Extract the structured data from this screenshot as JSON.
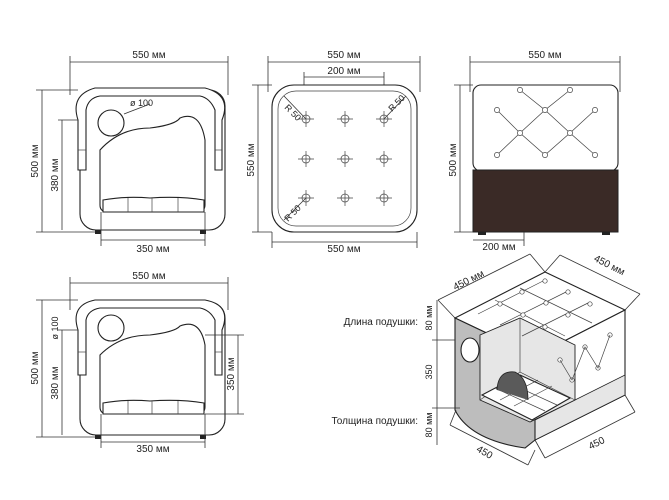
{
  "labels": {
    "front_top_width": "550 мм",
    "front_diameter": "ø 100",
    "front_height": "500 мм",
    "front_inner_height": "380 мм",
    "front_inner_width": "350 мм",
    "top_width": "550 мм",
    "top_inner_width": "200 мм",
    "top_radius_1": "R 50",
    "top_radius_2": "R 50",
    "top_radius_3": "R 50",
    "top_height": "550 мм",
    "top_bottom_width": "550 мм",
    "side_width": "550 мм",
    "side_height": "500 мм",
    "side_base_width": "200 мм",
    "front2_width": "550 мм",
    "front2_diameter": "ø 100",
    "front2_height": "500 мм",
    "front2_inner_height": "380 мм",
    "front2_right_height": "350 мм",
    "front2_inner_width": "350 мм",
    "iso_top_left": "450 мм",
    "iso_top_right": "450 мм",
    "cushion_length_label": "Длина подушки:",
    "cushion_thickness_label": "Толщина подушки:",
    "iso_dim_80_top": "80 мм",
    "iso_dim_350": "350",
    "iso_dim_80_bottom": "80 мм",
    "iso_bottom_left": "450",
    "iso_bottom_right": "450"
  },
  "colors": {
    "outline": "#222222",
    "gray_fill": "#bdbdbd",
    "light_fill": "#e6e6e6",
    "dark_base": "#3a2a26"
  }
}
